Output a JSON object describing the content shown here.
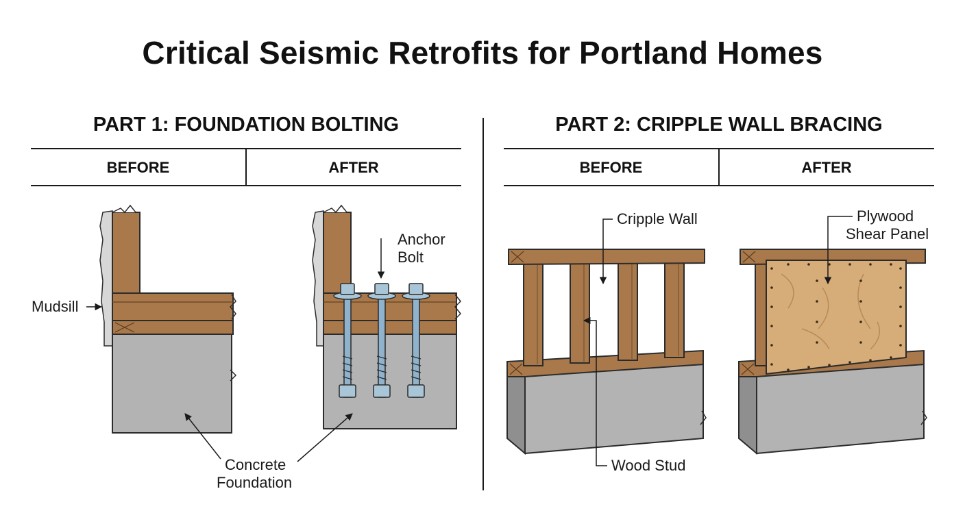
{
  "title": "Critical Seismic Retrofits for Portland Homes",
  "part1": {
    "heading": "PART 1: FOUNDATION BOLTING",
    "before": "BEFORE",
    "after": "AFTER"
  },
  "part2": {
    "heading": "PART 2: CRIPPLE WALL BRACING",
    "before": "BEFORE",
    "after": "AFTER"
  },
  "labels": {
    "mudsill": "Mudsill",
    "anchor_bolt_1": "Anchor",
    "anchor_bolt_2": "Bolt",
    "concrete_1": "Concrete",
    "concrete_2": "Foundation",
    "cripple_wall": "Cripple Wall",
    "plywood_1": "Plywood",
    "plywood_2": "Shear Panel",
    "wood_stud": "Wood Stud"
  },
  "colors": {
    "wood": "#a9794b",
    "wood_dark": "#7d5530",
    "concrete": "#b3b3b3",
    "concrete_dark": "#8f8f8f",
    "plywood": "#d6ac78",
    "bolt": "#8fb3cc",
    "outline": "#2b2b2b"
  }
}
